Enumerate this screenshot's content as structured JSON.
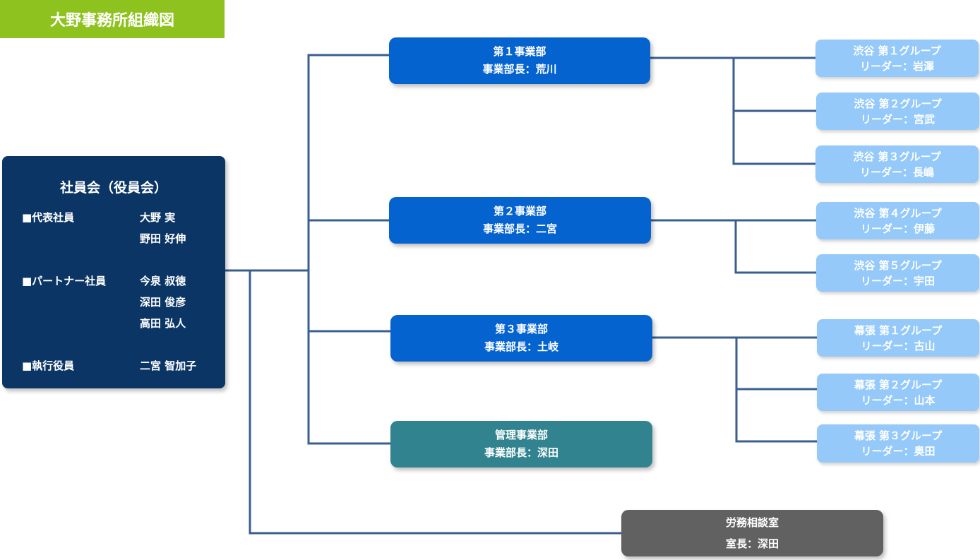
{
  "title": "大野事務所組織図",
  "board": {
    "title": "社員会（役員会）",
    "roles": [
      {
        "label": "■代表社員",
        "members": [
          "大野 実",
          "野田 好伸"
        ]
      },
      {
        "label": "■パートナー社員",
        "members": [
          "今泉 叔徳",
          "深田 俊彦",
          "高田 弘人"
        ]
      },
      {
        "label": "■執行役員",
        "members": [
          "二宮 智加子"
        ]
      }
    ]
  },
  "divisions": [
    {
      "name": "第１事業部",
      "head": "事業部長：荒川"
    },
    {
      "name": "第２事業部",
      "head": "事業部長：二宮"
    },
    {
      "name": "第３事業部",
      "head": "事業部長：土岐"
    },
    {
      "name": "管理事業部",
      "head": "事業部長：深田"
    }
  ],
  "groups": [
    {
      "name": "渋谷 第１グループ",
      "leader": "リーダー：岩澤"
    },
    {
      "name": "渋谷 第２グループ",
      "leader": "リーダー：宮武"
    },
    {
      "name": "渋谷 第３グループ",
      "leader": "リーダー：長嶋"
    },
    {
      "name": "渋谷 第４グループ",
      "leader": "リーダー：伊藤"
    },
    {
      "name": "渋谷 第５グループ",
      "leader": "リーダー：宇田"
    },
    {
      "name": "幕張 第１グループ",
      "leader": "リーダー：古山"
    },
    {
      "name": "幕張 第２グループ",
      "leader": "リーダー：山本"
    },
    {
      "name": "幕張 第３グループ",
      "leader": "リーダー：奥田"
    }
  ],
  "labor": {
    "name": "労務相談室",
    "head": "室長：深田"
  },
  "colors": {
    "title_bg": "#8ec21f",
    "board_bg": "#0b3565",
    "division_bg": "#0563d0",
    "management_bg": "#31838f",
    "group_bg": "#95c9f9",
    "labor_bg": "#616161",
    "connector": "#3a5f8f"
  }
}
